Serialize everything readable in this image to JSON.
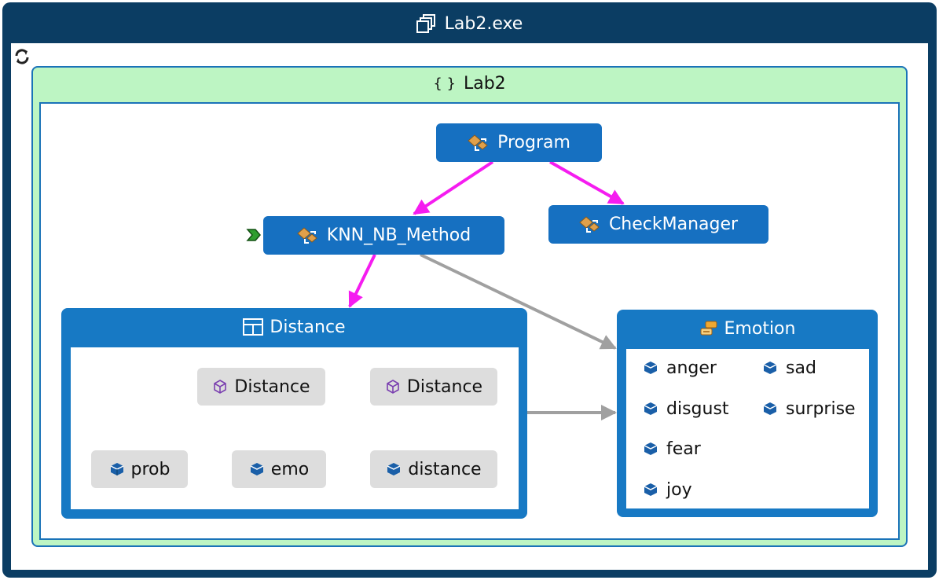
{
  "window": {
    "title": "Lab2.exe",
    "title_icon": "assembly-icon",
    "refresh_icon": "refresh-icon"
  },
  "namespace": {
    "label": "Lab2",
    "icon": "namespace-braces-icon",
    "icon_text": "{ }"
  },
  "classes": {
    "program": {
      "label": "Program",
      "icon": "class-icon"
    },
    "knn": {
      "label": "KNN_NB_Method",
      "icon": "class-icon",
      "entry_icon": "entry-point-arrow-icon"
    },
    "checkmanager": {
      "label": "CheckManager",
      "icon": "class-icon"
    }
  },
  "distance_struct": {
    "label": "Distance",
    "icon": "struct-icon",
    "constructors": [
      "Distance",
      "Distance"
    ],
    "fields": [
      "prob",
      "emo",
      "distance"
    ]
  },
  "emotion_enum": {
    "label": "Emotion",
    "icon": "enum-icon",
    "members_col1": [
      "anger",
      "disgust",
      "fear",
      "joy"
    ],
    "members_col2": [
      "sad",
      "surprise"
    ]
  },
  "colors": {
    "frame": "#0b3d63",
    "namespace_bg": "#bdf5c3",
    "node_blue": "#1670c1",
    "call_edge": "#f51cf0",
    "ref_edge": "#a0a0a0",
    "field_edge": "#1ba7e6"
  }
}
